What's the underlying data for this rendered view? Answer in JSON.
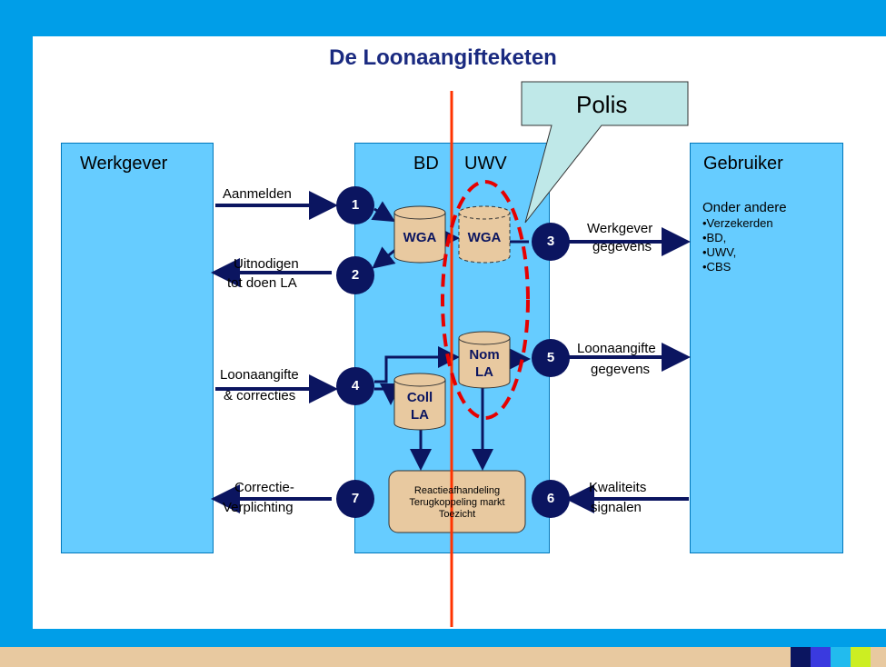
{
  "title": "De Loonaangifteketen",
  "columns": {
    "werkgever": "Werkgever",
    "bd": "BD",
    "uwv": "UWV",
    "gebruiker": "Gebruiker"
  },
  "callout": "Polis",
  "gebruiker_details": {
    "heading": "Onder andere",
    "items": [
      "•Verzekerden",
      "•BD,",
      "•UWV,",
      "•CBS"
    ]
  },
  "steps": [
    {
      "num": "1",
      "label": "Aanmelden"
    },
    {
      "num": "2",
      "label_line1": "Uitnodigen",
      "label_line2": "tot doen LA"
    },
    {
      "num": "3",
      "label_line1": "Werkgever",
      "label_line2": "gegevens"
    },
    {
      "num": "4",
      "label_line1": "Loonaangifte",
      "label_line2": "& correcties"
    },
    {
      "num": "5",
      "label_line1": "Loonaangifte",
      "label_line2": "gegevens"
    },
    {
      "num": "6",
      "label_line1": "Kwaliteits",
      "label_line2": "signalen"
    },
    {
      "num": "7",
      "label_line1": "Correctie-",
      "label_line2": "Verplichting"
    }
  ],
  "databases": {
    "wga_bd": "WGA",
    "wga_uwv": "WGA",
    "nom_la_line1": "Nom",
    "nom_la_line2": "LA",
    "coll_la_line1": "Coll",
    "coll_la_line2": "LA"
  },
  "process_box": {
    "line1": "Reactieafhandeling",
    "line2": "Terugkoppeling markt",
    "line3": "Toezicht"
  },
  "colors": {
    "background": "#009ee8",
    "column_fill": "#66ccff",
    "arrow": "#0b1560",
    "divider": "#ff3300",
    "polis_ellipse": "#e60000",
    "cylinder": "#e8c9a0",
    "callout": "#bfe8e8",
    "footer": "#e8c9a0"
  }
}
